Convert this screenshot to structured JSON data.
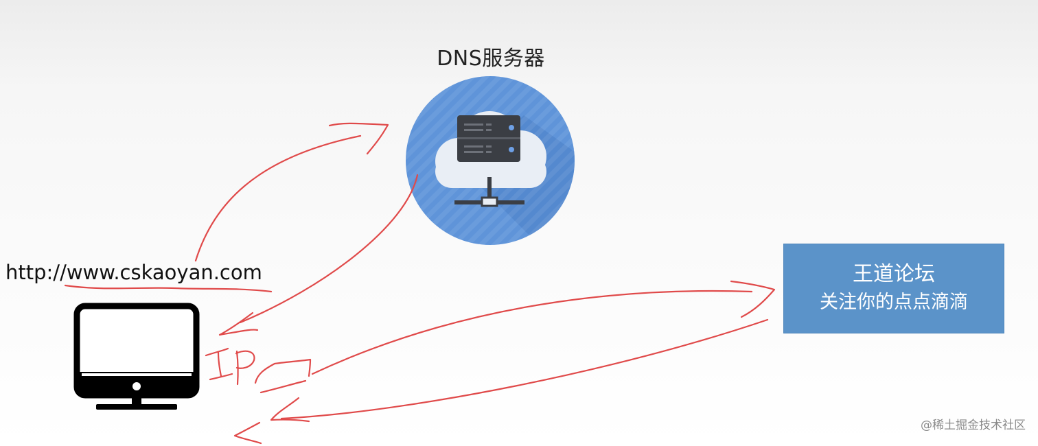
{
  "diagram": {
    "dns_server": {
      "label": "DNS服务器",
      "icon": "cloud-server-icon",
      "circle_color": "#5f94d9"
    },
    "client": {
      "url": "http://www.cskaoyan.com",
      "icon": "desktop-computer-icon"
    },
    "web_server": {
      "title": "王道论坛",
      "subtitle": "关注你的点点滴滴",
      "box_color": "#5b93c9"
    },
    "annotation": {
      "ink_color": "#e04a4a",
      "handwritten_text": "IP"
    }
  },
  "watermark": "@稀土掘金技术社区"
}
